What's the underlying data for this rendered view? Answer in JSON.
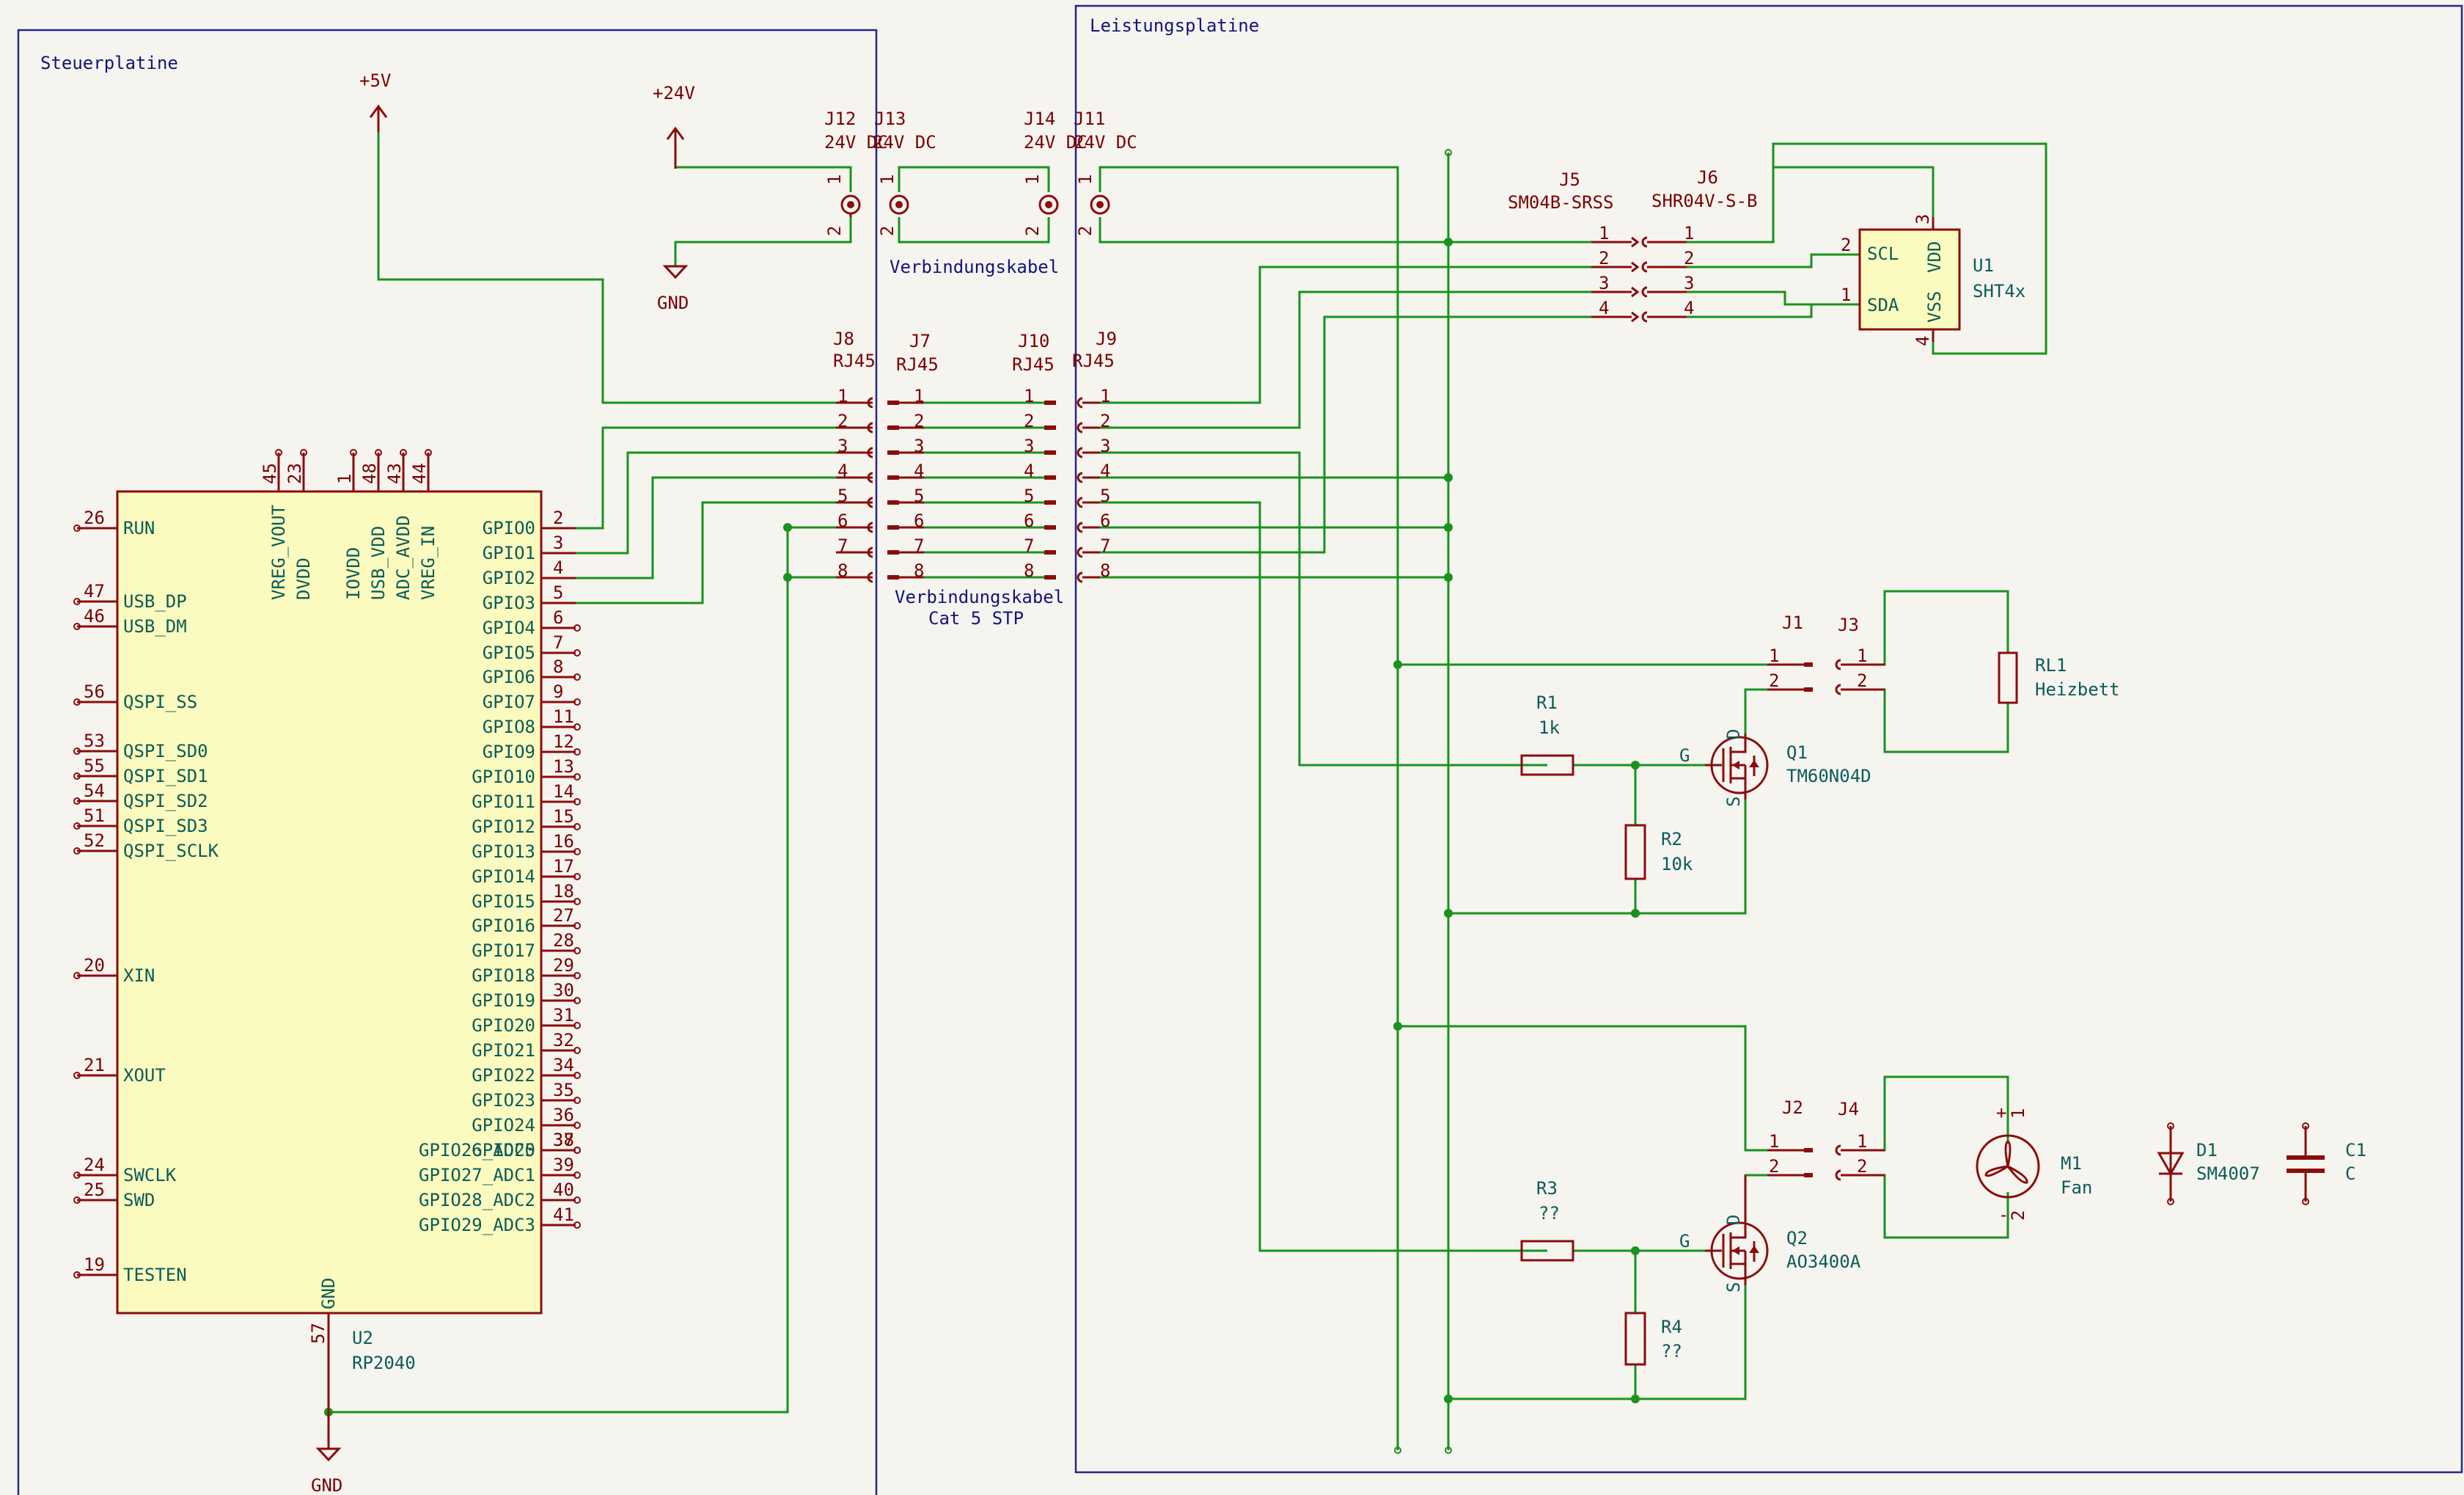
{
  "sheets": {
    "steuer": "Steuerplatine",
    "leistung": "Leistungsplatine"
  },
  "power": {
    "p5v": "+5V",
    "p24v": "+24V",
    "gnd_top": "GND",
    "gnd_bottom": "GND"
  },
  "connectors": {
    "j12": {
      "ref": "J12",
      "value": "24V DC"
    },
    "j13": {
      "ref": "J13",
      "value": "24V DC"
    },
    "j14": {
      "ref": "J14",
      "value": "24V DC"
    },
    "j11": {
      "ref": "J11",
      "value": "24V DC"
    },
    "j8": {
      "ref": "J8",
      "value": "RJ45"
    },
    "j7": {
      "ref": "J7",
      "value": "RJ45"
    },
    "j10": {
      "ref": "J10",
      "value": "RJ45"
    },
    "j9": {
      "ref": "J9",
      "value": "RJ45"
    },
    "j5": {
      "ref": "J5",
      "value": "SM04B-SRSS"
    },
    "j6": {
      "ref": "J6",
      "value": "SHR04V-S-B"
    },
    "j1": {
      "ref": "J1"
    },
    "j3": {
      "ref": "J3"
    },
    "j2": {
      "ref": "J2"
    },
    "j4": {
      "ref": "J4"
    }
  },
  "cable_labels": {
    "dc": "Verbindungskabel",
    "rj45_line1": "Verbindungskabel",
    "rj45_line2": "Cat 5 STP"
  },
  "pin_numbers": {
    "p1": "1",
    "p2": "2",
    "p3": "3",
    "p4": "4",
    "p5": "5",
    "p6": "6",
    "p7": "7",
    "p8": "8"
  },
  "u2": {
    "ref": "U2",
    "value": "RP2040",
    "left_pins": [
      {
        "name": "RUN",
        "num": "26"
      },
      {
        "name": "USB_DP",
        "num": "47"
      },
      {
        "name": "USB_DM",
        "num": "46"
      },
      {
        "name": "QSPI_SS",
        "num": "56"
      },
      {
        "name": "QSPI_SD0",
        "num": "53"
      },
      {
        "name": "QSPI_SD1",
        "num": "55"
      },
      {
        "name": "QSPI_SD2",
        "num": "54"
      },
      {
        "name": "QSPI_SD3",
        "num": "51"
      },
      {
        "name": "QSPI_SCLK",
        "num": "52"
      },
      {
        "name": "XIN",
        "num": "20"
      },
      {
        "name": "XOUT",
        "num": "21"
      },
      {
        "name": "SWCLK",
        "num": "24"
      },
      {
        "name": "SWD",
        "num": "25"
      },
      {
        "name": "TESTEN",
        "num": "19"
      }
    ],
    "top_pins": [
      {
        "name": "VREG_VOUT",
        "num": "45"
      },
      {
        "name": "DVDD",
        "num": "23"
      },
      {
        "name": "IOVDD",
        "num": "1"
      },
      {
        "name": "USB_VDD",
        "num": "48"
      },
      {
        "name": "ADC_AVDD",
        "num": "43"
      },
      {
        "name": "VREG_IN",
        "num": "44"
      }
    ],
    "bottom_pin": {
      "name": "GND",
      "num": "57"
    },
    "right_pins": [
      {
        "name": "GPIO0",
        "num": "2"
      },
      {
        "name": "GPIO1",
        "num": "3"
      },
      {
        "name": "GPIO2",
        "num": "4"
      },
      {
        "name": "GPIO3",
        "num": "5"
      },
      {
        "name": "GPIO4",
        "num": "6"
      },
      {
        "name": "GPIO5",
        "num": "7"
      },
      {
        "name": "GPIO6",
        "num": "8"
      },
      {
        "name": "GPIO7",
        "num": "9"
      },
      {
        "name": "GPIO8",
        "num": "11"
      },
      {
        "name": "GPIO9",
        "num": "12"
      },
      {
        "name": "GPIO10",
        "num": "13"
      },
      {
        "name": "GPIO11",
        "num": "14"
      },
      {
        "name": "GPIO12",
        "num": "15"
      },
      {
        "name": "GPIO13",
        "num": "16"
      },
      {
        "name": "GPIO14",
        "num": "17"
      },
      {
        "name": "GPIO15",
        "num": "18"
      },
      {
        "name": "GPIO16",
        "num": "27"
      },
      {
        "name": "GPIO17",
        "num": "28"
      },
      {
        "name": "GPIO18",
        "num": "29"
      },
      {
        "name": "GPIO19",
        "num": "30"
      },
      {
        "name": "GPIO20",
        "num": "31"
      },
      {
        "name": "GPIO21",
        "num": "32"
      },
      {
        "name": "GPIO22",
        "num": "34"
      },
      {
        "name": "GPIO23",
        "num": "35"
      },
      {
        "name": "GPIO24",
        "num": "36"
      },
      {
        "name": "GPIO25",
        "num": "37"
      },
      {
        "name": "GPIO26_ADC0",
        "num": "38"
      },
      {
        "name": "GPIO27_ADC1",
        "num": "39"
      },
      {
        "name": "GPIO28_ADC2",
        "num": "40"
      },
      {
        "name": "GPIO29_ADC3",
        "num": "41"
      }
    ]
  },
  "u1": {
    "ref": "U1",
    "value": "SHT4x",
    "scl": "SCL",
    "sda": "SDA",
    "vdd": "VDD",
    "vss": "VSS",
    "pin_scl": "2",
    "pin_sda": "1",
    "pin_vdd": "3",
    "pin_vss": "4"
  },
  "parts": {
    "r1": {
      "ref": "R1",
      "value": "1k"
    },
    "r2": {
      "ref": "R2",
      "value": "10k"
    },
    "r3": {
      "ref": "R3",
      "value": "??"
    },
    "r4": {
      "ref": "R4",
      "value": "??"
    },
    "q1": {
      "ref": "Q1",
      "value": "TM60N04D"
    },
    "q2": {
      "ref": "Q2",
      "value": "AO3400A"
    },
    "rl1": {
      "ref": "RL1",
      "value": "Heizbett"
    },
    "m1": {
      "ref": "M1",
      "value": "Fan"
    },
    "d1": {
      "ref": "D1",
      "value": "SM4007"
    },
    "c1": {
      "ref": "C1",
      "value": "C"
    }
  },
  "mosfet_pins": {
    "g": "G",
    "s": "S",
    "d": "D"
  },
  "motor_pins": {
    "plus": "+",
    "minus": "-"
  }
}
